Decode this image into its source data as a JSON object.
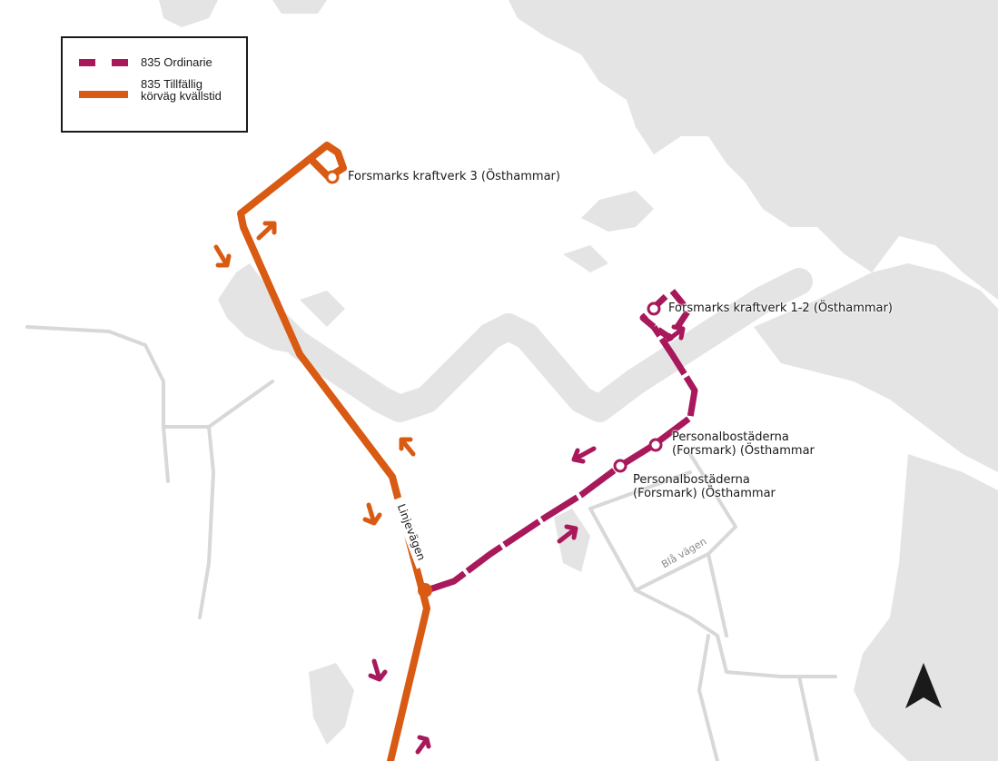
{
  "legend": {
    "ordinary_label": "835 Ordinarie",
    "temporary_label_line1": "835 Tillfällig",
    "temporary_label_line2": "körväg kvällstid"
  },
  "stops": {
    "kraftverk3": "Forsmarks kraftverk 3 (Östhammar)",
    "kraftverk12": "Forsmarks kraftverk 1-2 (Östhammar)",
    "personal_upper_line1": "Personalbostäderna",
    "personal_upper_line2": "(Forsmark) (Östhammar",
    "personal_lower_line1": "Personalbostäderna",
    "personal_lower_line2": "(Forsmark) (Östhammar"
  },
  "roads": {
    "linjevagen": "Linjevägen",
    "bla_vagen": "Blå vägen"
  },
  "colors": {
    "ordinary_route": "#a8185a",
    "temporary_route": "#d95a12",
    "land": "#e4e4e4",
    "water": "#ffffff",
    "road": "#d8d8d8"
  },
  "icons": {
    "north_arrow": "north-arrow-icon"
  }
}
